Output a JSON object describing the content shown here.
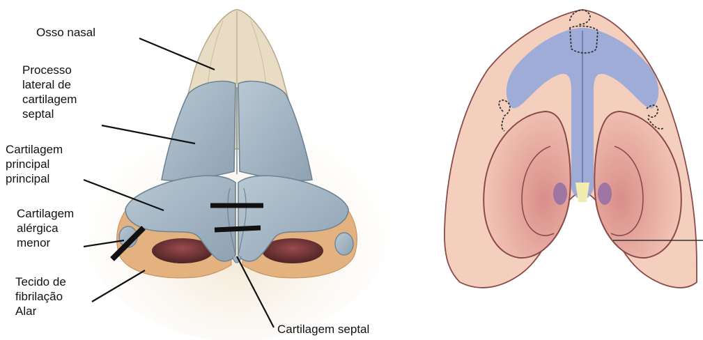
{
  "labels": {
    "osso_nasal": "Osso nasal",
    "processo_lateral": [
      "Processo",
      "lateral de",
      "cartilagem",
      "septal"
    ],
    "cartilagem_principal": [
      "Cartilagem",
      "principal",
      "principal"
    ],
    "cartilagem_alergica": [
      "Cartilagem",
      "alérgica",
      "menor"
    ],
    "tecido_fibrilacao": [
      "Tecido de",
      "fibrilação",
      "Alar"
    ],
    "cartilagem_septal": "Cartilagem septal"
  },
  "colors": {
    "bone": "#e8dcc4",
    "bone_outline": "#b8a888",
    "cartilage": "#a6b8c6",
    "cartilage_outline": "#6f8494",
    "fibrofatty": "#e3b27e",
    "nostril": "#7a3a3c",
    "skin": "#f5cfbd",
    "skin_outline": "#8a4a4a",
    "septal_band": "#8ea6dc",
    "leader_line": "#111111"
  }
}
